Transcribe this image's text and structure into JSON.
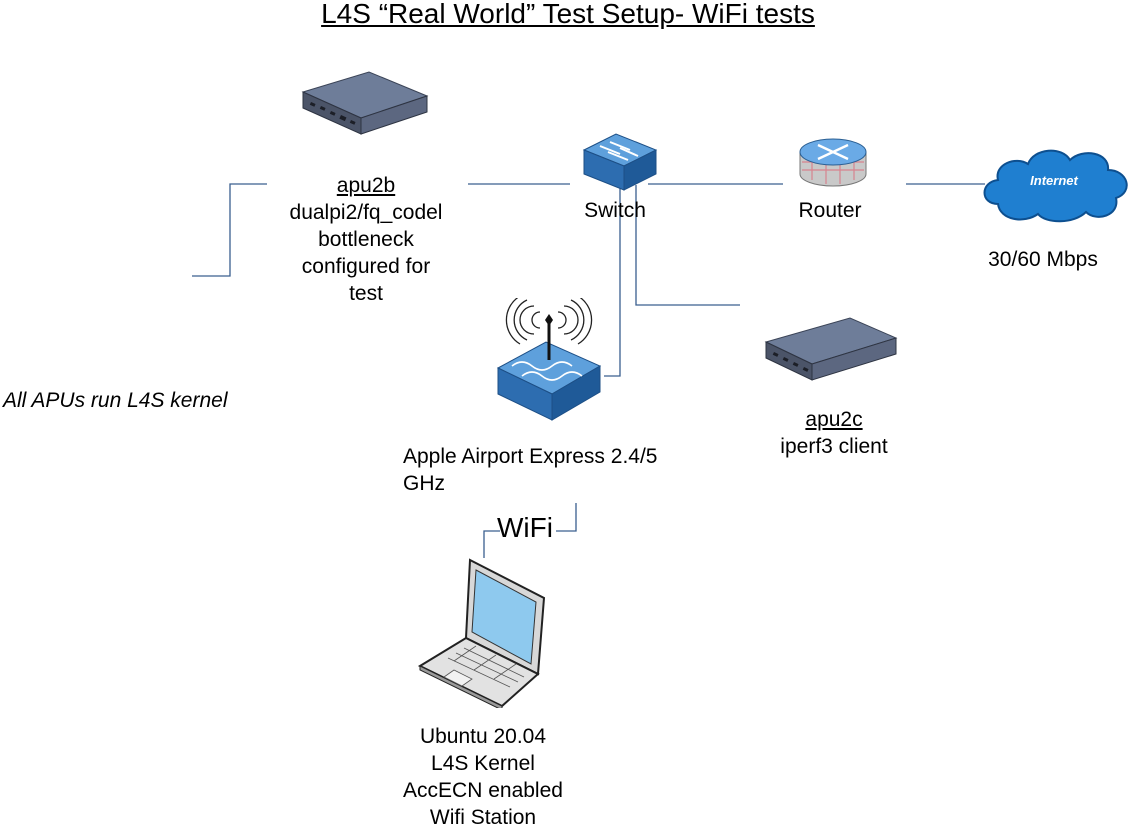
{
  "title": "L4S “Real World” Test Setup- WiFi tests",
  "nodes": {
    "apu2b": {
      "name": "apu2b",
      "lines": [
        "dualpi2/fq_codel",
        "bottleneck",
        "configured for",
        "test"
      ]
    },
    "switch": {
      "name": "Switch"
    },
    "router": {
      "name": "Router"
    },
    "internet": {
      "cloud_label": "Internet",
      "speed": "30/60 Mbps"
    },
    "airport": {
      "lines": [
        "Apple Airport Express 2.4/5",
        "GHz"
      ]
    },
    "apu2c": {
      "name": "apu2c",
      "line1": "iperf3 client"
    },
    "laptop": {
      "lines": [
        "Ubuntu 20.04",
        "L4S Kernel",
        "AccECN enabled",
        "Wifi Station"
      ]
    }
  },
  "note": "All APUs run L4S kernel",
  "wifi_label": "WiFi",
  "colors": {
    "wire": "#3a5f8f",
    "device_blue": "#2f6fb3",
    "cloud": "#1f7fd0"
  }
}
